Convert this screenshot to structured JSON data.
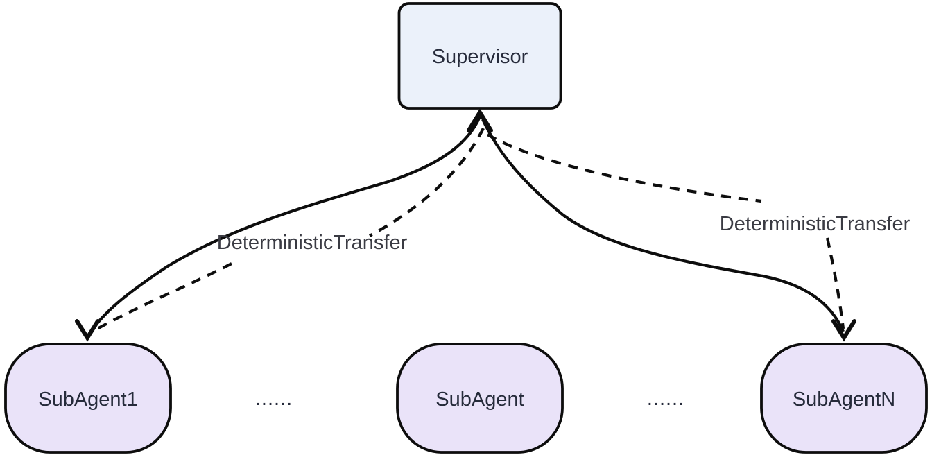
{
  "diagram": {
    "type": "flowchart",
    "background": "#ffffff",
    "nodes": {
      "supervisor": {
        "label": "Supervisor",
        "shape": "rounded-rectangle",
        "fill": "#ebf1fa"
      },
      "subagent1": {
        "label": "SubAgent1",
        "shape": "stadium",
        "fill": "#eae3f9"
      },
      "subagent_middle": {
        "label": "SubAgent",
        "shape": "stadium",
        "fill": "#eae3f9"
      },
      "subagentN": {
        "label": "SubAgentN",
        "shape": "stadium",
        "fill": "#eae3f9"
      }
    },
    "ellipsis": {
      "left": "......",
      "right": "......"
    },
    "edges": [
      {
        "from": "SubAgent1",
        "to": "Supervisor",
        "style": "solid",
        "label": ""
      },
      {
        "from": "Supervisor",
        "to": "SubAgent1",
        "style": "dashed",
        "label": "DeterministicTransfer"
      },
      {
        "from": "Supervisor",
        "to": "SubAgentN",
        "style": "solid",
        "label": ""
      },
      {
        "from": "SubAgentN",
        "to": "Supervisor",
        "style": "dashed",
        "label": "DeterministicTransfer"
      }
    ],
    "colors": {
      "edge_stroke": "#0d0d0d",
      "node_border": "#0d0d0d",
      "node_text": "#262b3b",
      "edge_label_text": "#3a3b43",
      "supervisor_fill": "#ebf1fa",
      "subagent_fill": "#eae3f9",
      "background": "#ffffff"
    }
  }
}
